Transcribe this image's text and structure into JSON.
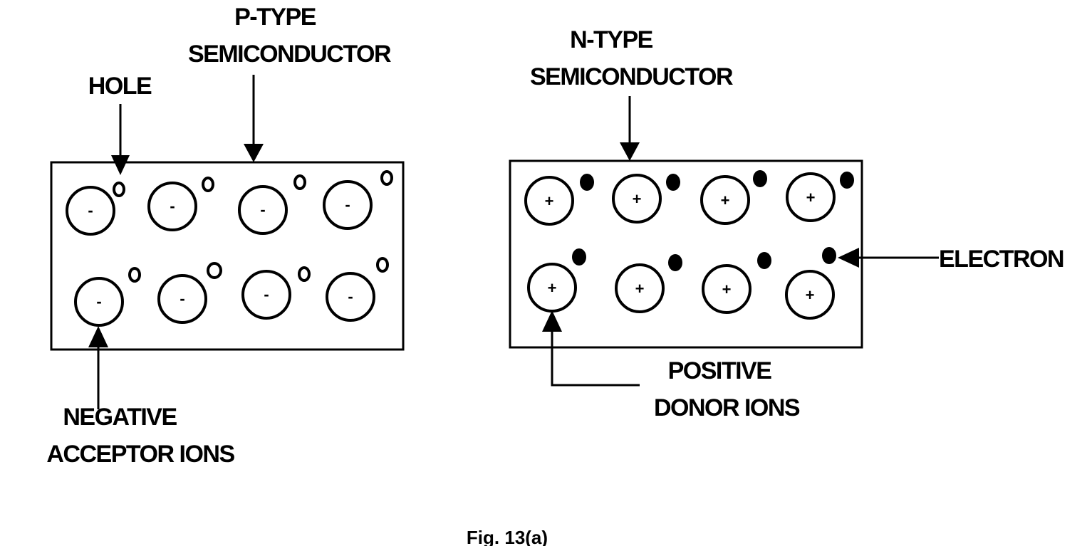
{
  "labels": {
    "p_type_line1": "P-TYPE",
    "p_type_line2": "SEMICONDUCTOR",
    "hole": "HOLE",
    "negative_line1": "NEGATIVE",
    "negative_line2": "ACCEPTOR IONS",
    "n_type_line1": "N-TYPE",
    "n_type_line2": "SEMICONDUCTOR",
    "electron": "ELECTRON",
    "positive_line1": "POSITIVE",
    "positive_line2": "DONOR IONS",
    "caption": "Fig. 13(a)"
  },
  "p_type": {
    "ion_sign": "-",
    "ion_count": 8
  },
  "n_type": {
    "ion_sign": "+",
    "ion_count": 8
  },
  "colors": {
    "ink": "#000000",
    "background": "#ffffff"
  }
}
